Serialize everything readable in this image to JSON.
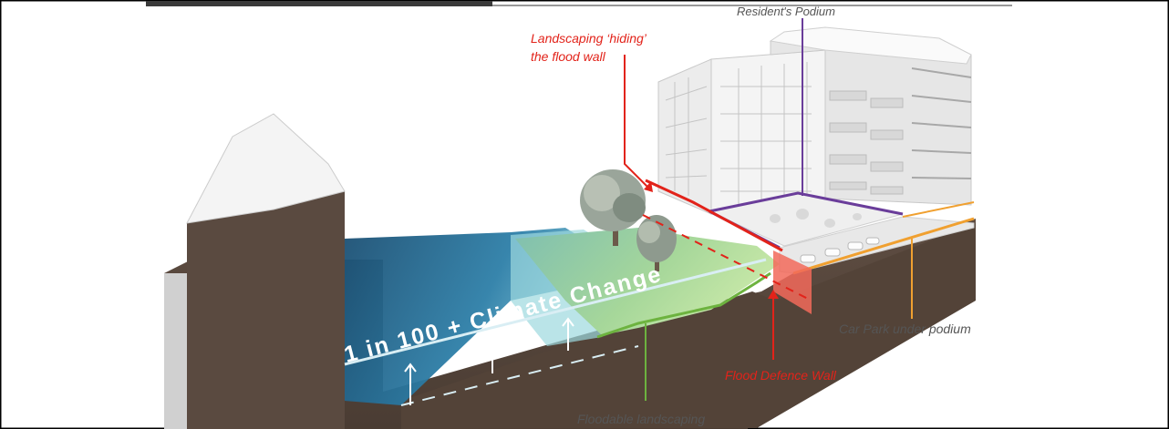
{
  "labels": {
    "residents_podium": "Resident's Podium",
    "landscaping_hiding_line1": "Landscaping ‘hiding’",
    "landscaping_hiding_line2": "the flood wall",
    "car_park": "Car Park under podium",
    "flood_defence_wall": "Flood Defence Wall",
    "floodable_landscaping": "Floodable landscaping",
    "flood_level": "1 in 100 + Climate Change"
  },
  "colors": {
    "annotation_gray": "#555555",
    "wall_red": "#e2231a",
    "podium_purple": "#6a3d9a",
    "car_park_orange": "#f0a030",
    "landscape_green": "#6db33f",
    "earth_brown": "#5b4a3f",
    "water_deep": "#1f5a80",
    "water_light": "#8fd3e0",
    "building_white": "#f1f1f1",
    "frame_black": "#000000"
  }
}
